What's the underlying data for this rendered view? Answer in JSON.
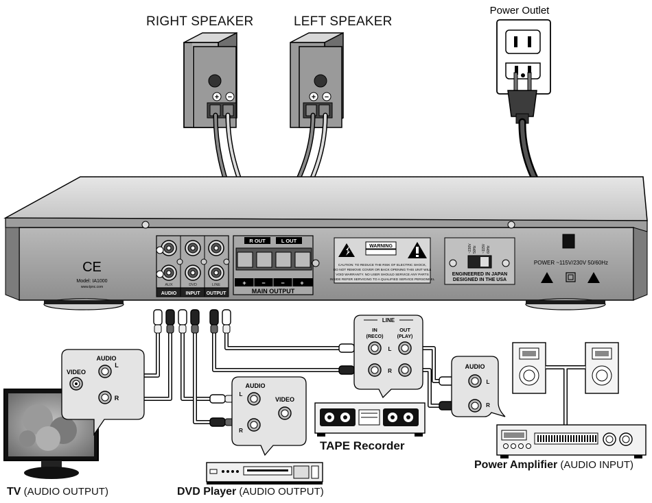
{
  "speakers": {
    "right_label": "RIGHT SPEAKER",
    "left_label": "LEFT SPEAKER",
    "plus": "+",
    "minus": "−"
  },
  "outlet": {
    "label": "Power Outlet"
  },
  "rear_panel": {
    "ce_mark": "CE",
    "model": "Model: IA1000",
    "website": "www.tpnc.com",
    "jack_labels": [
      "AUX",
      "DVD",
      "LINE"
    ],
    "group_labels": [
      "AUDIO",
      "INPUT",
      "OUTPUT"
    ],
    "rout_label": "R OUT",
    "lout_label": "L OUT",
    "main_output_label": "MAIN OUTPUT",
    "polarity": [
      "+",
      "−",
      "−",
      "+"
    ],
    "warning_title": "WARNING",
    "caution_text": [
      "CAUTION: TO REDUCE THE RISK OF ELECTRIC SHOCK,",
      "DO NOT REMOVE COVER OR BACK OPENING THIS UNIT WILL",
      "VOID WARRANTY. NO USER SHOULD SERVICE ANY PARTS",
      "INSIDE REFER SERVICING TO A QUALIFIED SERVICE PERSONNEL"
    ],
    "voltage_labels": [
      "~230V",
      "50Hz",
      "~115V",
      "60Hz"
    ],
    "engineered": "ENGINEERED IN JAPAN",
    "designed": "DESIGNED IN THE USA",
    "power_spec": "POWER ~115V/230V 50/60Hz"
  },
  "tv_bubble": {
    "audio": "AUDIO",
    "video": "VIDEO",
    "l": "L",
    "r": "R"
  },
  "dvd_bubble": {
    "audio": "AUDIO",
    "video": "VIDEO",
    "l": "L",
    "r": "R"
  },
  "line_bubble": {
    "title": "LINE",
    "in": "IN",
    "in_sub": "(RECO)",
    "out": "OUT",
    "out_sub": "(PLAY)",
    "l": "L",
    "r": "R"
  },
  "amp_bubble": {
    "audio": "AUDIO",
    "l": "L",
    "r": "R"
  },
  "captions": {
    "tv_bold": "TV",
    "tv_rest": " (AUDIO OUTPUT)",
    "dvd_bold": "DVD Player",
    "dvd_rest": " (AUDIO OUTPUT)",
    "tape": "TAPE Recorder",
    "amp_bold": "Power Amplifier",
    "amp_rest": " (AUDIO INPUT)"
  }
}
